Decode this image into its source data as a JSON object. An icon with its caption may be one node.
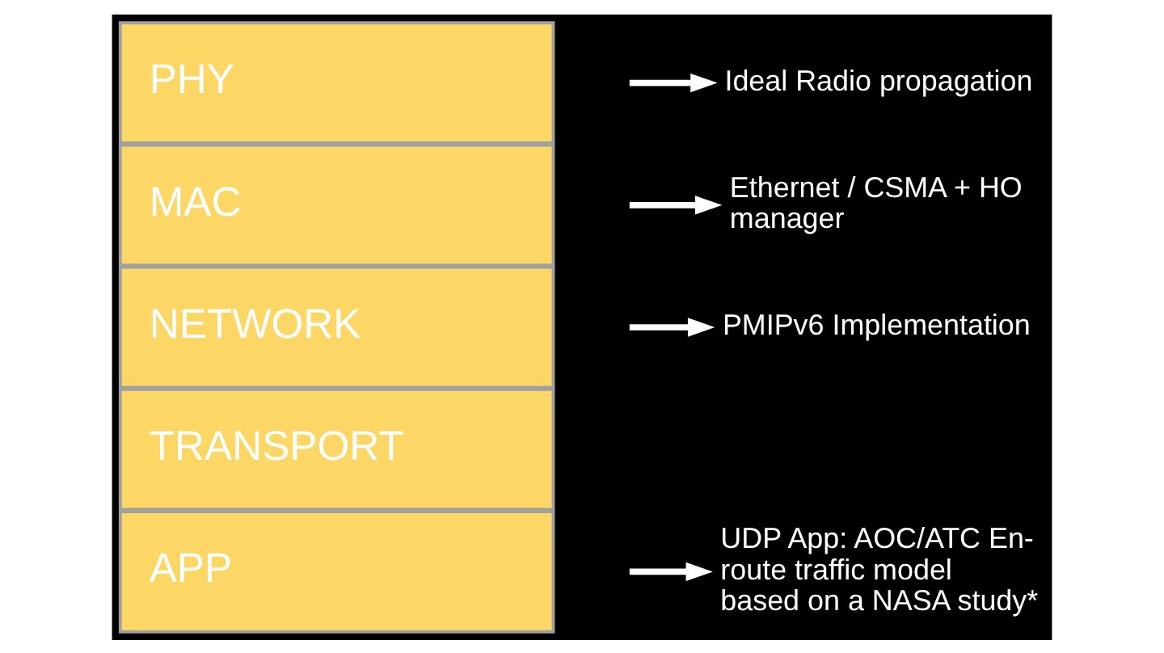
{
  "diagram": {
    "nodes": [
      {
        "text": [
          "APP"
        ]
      },
      {
        "text": [
          "TRANSPORT"
        ]
      },
      {
        "text": [
          "NETWORK"
        ]
      },
      {
        "text": [
          "MAC"
        ]
      },
      {
        "text": [
          "PHY"
        ]
      },
      {
        "text": [
          "UDP App: AOC/ATC En-route traffic model based on a NASA study*"
        ]
      },
      {
        "text": [
          "PMIPv6 Implementation"
        ]
      },
      {
        "text": [
          "Ethernet / CSMA + HO manager"
        ]
      },
      {
        "text": [
          "Ideal Radio propagation"
        ]
      }
    ],
    "edges": [
      {
        "from": null,
        "to": 5,
        "arrow": "to"
      },
      {
        "from": null,
        "to": 6,
        "arrow": "to"
      },
      {
        "from": null,
        "to": 7,
        "arrow": "to"
      },
      {
        "from": null,
        "to": 8,
        "arrow": "to"
      }
    ]
  }
}
